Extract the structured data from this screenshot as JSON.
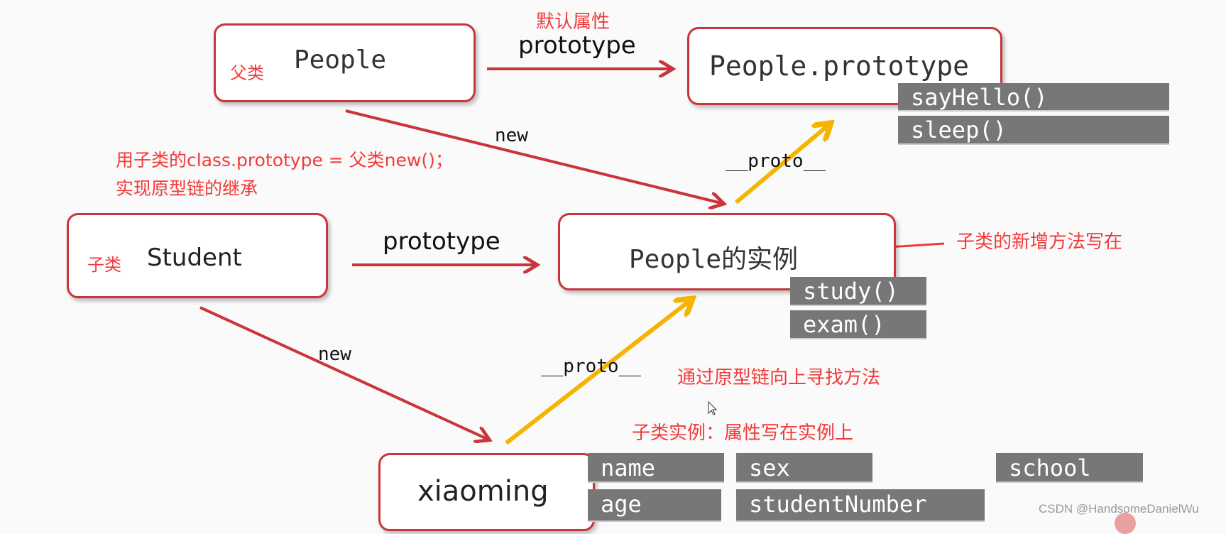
{
  "people": {
    "tag": "父类",
    "name": "People"
  },
  "people_proto": {
    "title": "People.prototype",
    "methods": [
      "sayHello()",
      "sleep()"
    ]
  },
  "default_attr": "默认属性",
  "prototype_label": "prototype",
  "new_label": "new",
  "proto_label": "__proto__",
  "note_inherit": [
    "用子类的class.prototype = 父类new()；",
    "实现原型链的继承"
  ],
  "student": {
    "tag": "子类",
    "name": "Student"
  },
  "instance": {
    "title": "People的实例",
    "methods": [
      "study()",
      "exam()"
    ]
  },
  "note_new_methods": "子类的新增方法写在",
  "note_chain": "通过原型链向上寻找方法",
  "note_props": "子类实例：属性写在实例上",
  "xiaoming": {
    "name": "xiaoming",
    "props": [
      "name",
      "sex",
      "school",
      "age",
      "studentNumber"
    ]
  },
  "watermark": "CSDN @HandsomeDanielWu",
  "colors": {
    "red": "#c9353a",
    "yellow": "#f5b400",
    "gray": "#777777"
  }
}
